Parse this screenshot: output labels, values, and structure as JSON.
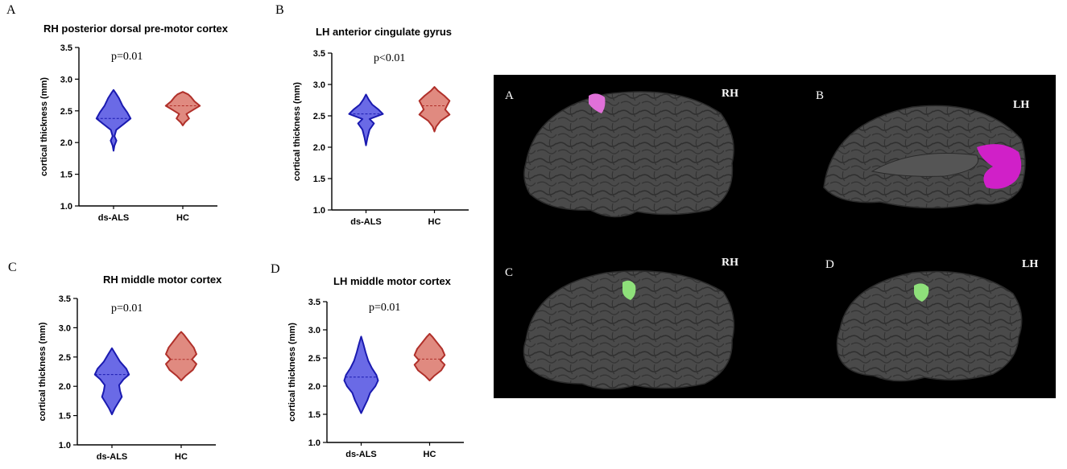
{
  "chart_data": [
    {
      "type": "violin",
      "panel": "A",
      "title": "RH posterior dorsal pre-motor cortex",
      "p_value": "p=0.01",
      "ylabel": "cortical thickness (mm)",
      "categories": [
        "ds-ALS",
        "HC"
      ],
      "ylim": [
        1.0,
        3.5
      ],
      "yticks": [
        "1.0",
        "1.5",
        "2.0",
        "2.5",
        "3.0",
        "3.5"
      ],
      "series": [
        {
          "category": "ds-ALS",
          "color": "#6a6ae6",
          "edge": "#1a1ab0",
          "min": 1.87,
          "max": 2.83,
          "median": 2.38,
          "profile": [
            [
              1.87,
              0.0
            ],
            [
              1.95,
              0.05
            ],
            [
              2.03,
              0.16
            ],
            [
              2.1,
              0.05
            ],
            [
              2.2,
              0.15
            ],
            [
              2.3,
              0.6
            ],
            [
              2.38,
              0.95
            ],
            [
              2.48,
              0.75
            ],
            [
              2.58,
              0.5
            ],
            [
              2.7,
              0.3
            ],
            [
              2.78,
              0.12
            ],
            [
              2.83,
              0.0
            ]
          ]
        },
        {
          "category": "HC",
          "color": "#e08a80",
          "edge": "#b0302a",
          "min": 2.27,
          "max": 2.8,
          "median": 2.58,
          "profile": [
            [
              2.27,
              0.0
            ],
            [
              2.32,
              0.12
            ],
            [
              2.38,
              0.35
            ],
            [
              2.45,
              0.2
            ],
            [
              2.52,
              0.6
            ],
            [
              2.58,
              0.95
            ],
            [
              2.65,
              0.65
            ],
            [
              2.72,
              0.45
            ],
            [
              2.76,
              0.3
            ],
            [
              2.8,
              0.0
            ]
          ]
        }
      ]
    },
    {
      "type": "violin",
      "panel": "B",
      "title": "LH anterior cingulate gyrus",
      "p_value": "p<0.01",
      "ylabel": "cortical thickness (mm)",
      "categories": [
        "ds-ALS",
        "HC"
      ],
      "ylim": [
        1.0,
        3.5
      ],
      "yticks": [
        "1.0",
        "1.5",
        "2.0",
        "2.5",
        "3.0",
        "3.5"
      ],
      "series": [
        {
          "category": "ds-ALS",
          "color": "#6a6ae6",
          "edge": "#1a1ab0",
          "min": 2.03,
          "max": 2.84,
          "median": 2.53,
          "profile": [
            [
              2.03,
              0.0
            ],
            [
              2.15,
              0.08
            ],
            [
              2.28,
              0.2
            ],
            [
              2.38,
              0.45
            ],
            [
              2.45,
              0.2
            ],
            [
              2.53,
              0.95
            ],
            [
              2.6,
              0.7
            ],
            [
              2.68,
              0.35
            ],
            [
              2.76,
              0.15
            ],
            [
              2.84,
              0.0
            ]
          ]
        },
        {
          "category": "HC",
          "color": "#e08a80",
          "edge": "#b0302a",
          "min": 2.25,
          "max": 2.96,
          "median": 2.66,
          "profile": [
            [
              2.25,
              0.0
            ],
            [
              2.33,
              0.1
            ],
            [
              2.42,
              0.35
            ],
            [
              2.52,
              0.85
            ],
            [
              2.6,
              0.6
            ],
            [
              2.66,
              0.7
            ],
            [
              2.74,
              0.85
            ],
            [
              2.82,
              0.55
            ],
            [
              2.9,
              0.2
            ],
            [
              2.96,
              0.0
            ]
          ]
        }
      ]
    },
    {
      "type": "violin",
      "panel": "C",
      "title": "RH middle motor cortex",
      "p_value": "p=0.01",
      "ylabel": "cortical thickness (mm)",
      "categories": [
        "ds-ALS",
        "HC"
      ],
      "ylim": [
        1.0,
        3.5
      ],
      "yticks": [
        "1.0",
        "1.5",
        "2.0",
        "2.5",
        "3.0",
        "3.5"
      ],
      "series": [
        {
          "category": "ds-ALS",
          "color": "#6a6ae6",
          "edge": "#1a1ab0",
          "min": 1.52,
          "max": 2.65,
          "median": 2.2,
          "profile": [
            [
              1.52,
              0.0
            ],
            [
              1.62,
              0.15
            ],
            [
              1.72,
              0.35
            ],
            [
              1.82,
              0.55
            ],
            [
              1.92,
              0.45
            ],
            [
              2.02,
              0.4
            ],
            [
              2.12,
              0.65
            ],
            [
              2.2,
              0.95
            ],
            [
              2.3,
              0.8
            ],
            [
              2.42,
              0.45
            ],
            [
              2.55,
              0.2
            ],
            [
              2.65,
              0.0
            ]
          ]
        },
        {
          "category": "HC",
          "color": "#e08a80",
          "edge": "#b0302a",
          "min": 2.1,
          "max": 2.93,
          "median": 2.46,
          "profile": [
            [
              2.1,
              0.0
            ],
            [
              2.18,
              0.25
            ],
            [
              2.28,
              0.65
            ],
            [
              2.38,
              0.85
            ],
            [
              2.46,
              0.6
            ],
            [
              2.55,
              0.85
            ],
            [
              2.66,
              0.7
            ],
            [
              2.78,
              0.4
            ],
            [
              2.88,
              0.15
            ],
            [
              2.93,
              0.0
            ]
          ]
        }
      ]
    },
    {
      "type": "violin",
      "panel": "D",
      "title": "LH middle motor cortex",
      "p_value": "p=0.01",
      "ylabel": "cortical thickness (mm)",
      "categories": [
        "ds-ALS",
        "HC"
      ],
      "ylim": [
        1.0,
        3.5
      ],
      "yticks": [
        "1.0",
        "1.5",
        "2.0",
        "2.5",
        "3.0",
        "3.5"
      ],
      "series": [
        {
          "category": "ds-ALS",
          "color": "#6a6ae6",
          "edge": "#1a1ab0",
          "min": 1.52,
          "max": 2.88,
          "median": 2.16,
          "profile": [
            [
              1.52,
              0.0
            ],
            [
              1.62,
              0.15
            ],
            [
              1.75,
              0.35
            ],
            [
              1.88,
              0.5
            ],
            [
              2.0,
              0.8
            ],
            [
              2.1,
              0.95
            ],
            [
              2.2,
              0.85
            ],
            [
              2.32,
              0.6
            ],
            [
              2.45,
              0.4
            ],
            [
              2.6,
              0.25
            ],
            [
              2.75,
              0.12
            ],
            [
              2.88,
              0.0
            ]
          ]
        },
        {
          "category": "HC",
          "color": "#e08a80",
          "edge": "#b0302a",
          "min": 2.1,
          "max": 2.93,
          "median": 2.48,
          "profile": [
            [
              2.1,
              0.0
            ],
            [
              2.18,
              0.25
            ],
            [
              2.28,
              0.65
            ],
            [
              2.38,
              0.85
            ],
            [
              2.46,
              0.6
            ],
            [
              2.55,
              0.85
            ],
            [
              2.66,
              0.7
            ],
            [
              2.78,
              0.4
            ],
            [
              2.88,
              0.15
            ],
            [
              2.93,
              0.0
            ]
          ]
        }
      ]
    }
  ],
  "brain_panel": {
    "background": "#000000",
    "cortex_color": "#4a4a4a",
    "views": [
      {
        "letter": "A",
        "hemisphere": "RH",
        "highlight_color": "#e070d8"
      },
      {
        "letter": "B",
        "hemisphere": "LH",
        "highlight_color": "#d020c8"
      },
      {
        "letter": "C",
        "hemisphere": "RH",
        "highlight_color": "#8ee07a"
      },
      {
        "letter": "D",
        "hemisphere": "LH",
        "highlight_color": "#8ee07a"
      }
    ]
  }
}
